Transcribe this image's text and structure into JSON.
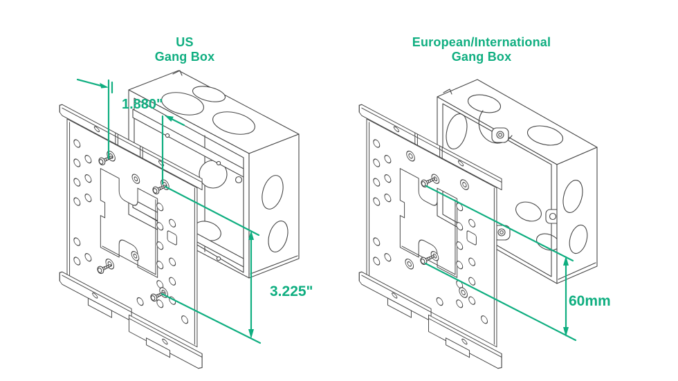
{
  "colors": {
    "background": "#ffffff",
    "line": "#454545",
    "accent": "#0fae80"
  },
  "diagrams": [
    {
      "title_line1": "US",
      "title_line2": "Gang Box",
      "dim_width": "1.880\"",
      "dim_height": "3.225\""
    },
    {
      "title_line1": "European/International",
      "title_line2": "Gang Box",
      "dim_height": "60mm"
    }
  ]
}
